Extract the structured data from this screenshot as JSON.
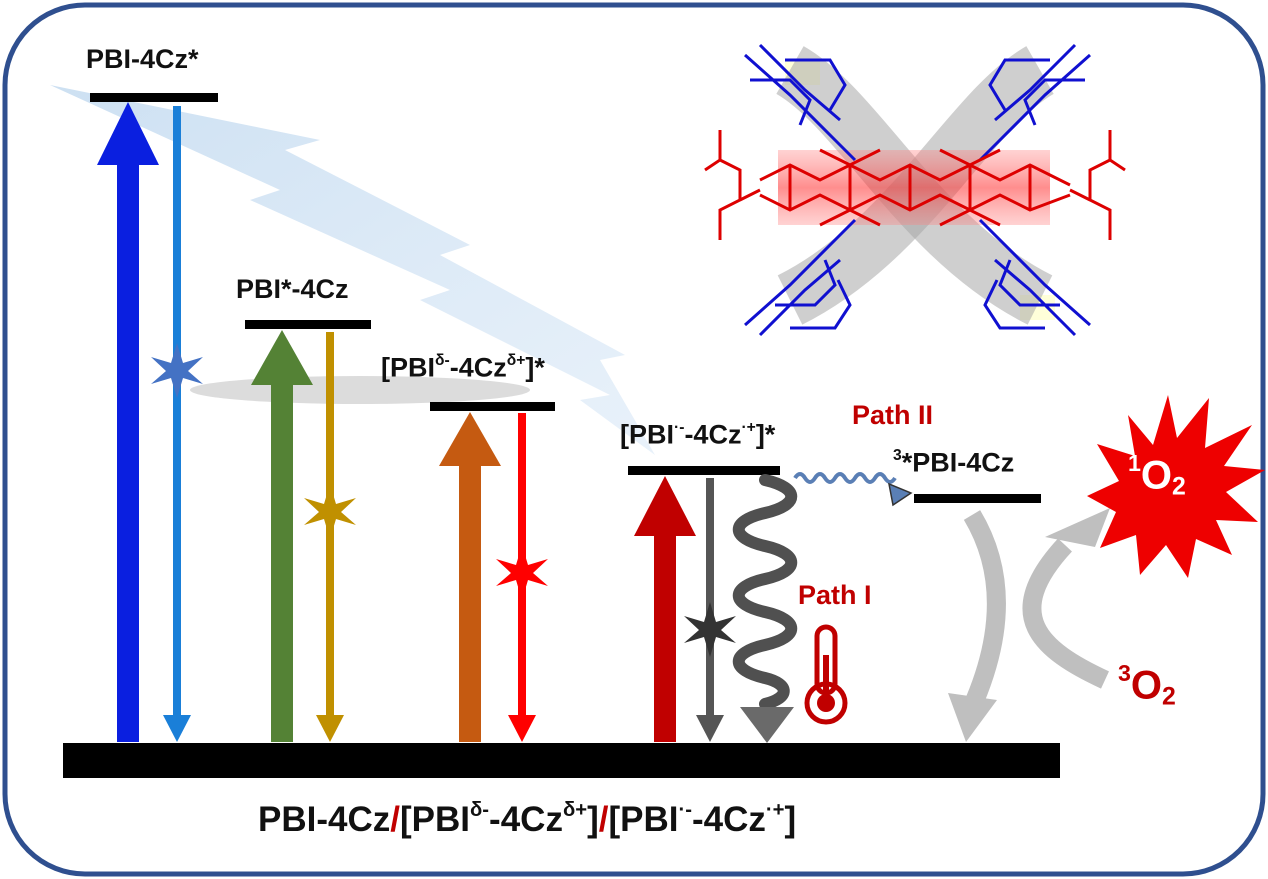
{
  "states": {
    "s1": "PBI-4Cz*",
    "s2": "PBI*-4Cz",
    "s3_a": "[PBI",
    "s3_sup1": "δ-",
    "s3_b": "-4Cz",
    "s3_sup2": "δ+",
    "s3_c": "]*",
    "s4_a": "[PBI",
    "s4_sup1": "·-",
    "s4_b": "-4Cz",
    "s4_sup2": "·+",
    "s4_c": "]*",
    "triplet_sup": "3",
    "triplet": "*PBI-4Cz"
  },
  "paths": {
    "path1": "Path I",
    "path2": "Path II"
  },
  "oxygen": {
    "singlet_sup": "1",
    "singlet_o": "O",
    "singlet_sub": "2",
    "triplet_sup": "3",
    "triplet_o": "O",
    "triplet_sub": "2"
  },
  "bottom": {
    "p1": "PBI-4Cz",
    "slash": "/",
    "p2a": "[PBI",
    "p2sup1": "δ-",
    "p2b": "-4Cz",
    "p2sup2": "δ+",
    "p2c": "]",
    "p3a": "[PBI",
    "p3sup1": "·-",
    "p3b": "-4Cz",
    "p3sup2": "·+",
    "p3c": "]"
  },
  "colors": {
    "frame": "#2f4f8f",
    "blue_up": "#0a1fe0",
    "blue_down": "#1a7fd8",
    "green_up": "#548235",
    "gold_down": "#c09000",
    "orange_up": "#c55a11",
    "red_down": "#ff0000",
    "darkred_up": "#c00000",
    "gray_down": "#555555",
    "accent_red": "#c00000"
  }
}
